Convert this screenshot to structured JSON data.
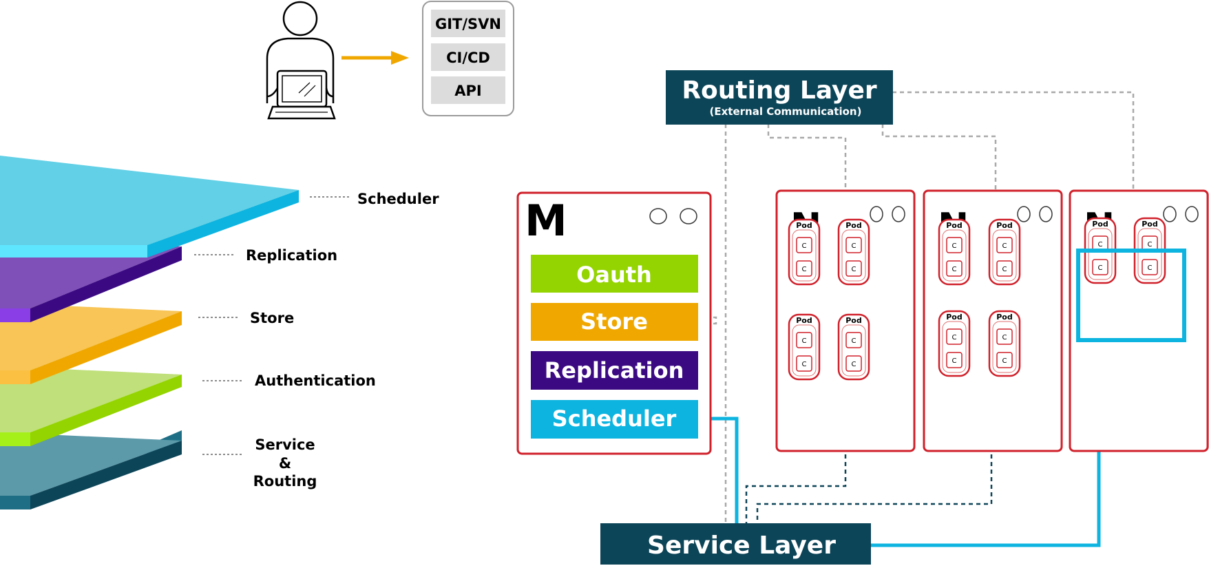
{
  "colors": {
    "dark_teal": "#0d4558",
    "red": "#d0202a",
    "cyan": "#0db4e0",
    "oauth_green": "#94d400",
    "store_orange": "#f0a800",
    "replication_purple": "#3b0a83",
    "arrow_orange": "#f0a800",
    "dashed_gray": "#a8a8a8"
  },
  "user": {
    "icon": "user-at-laptop-icon",
    "tools": [
      "GIT/SVN",
      "CI/CD",
      "API"
    ]
  },
  "layers": [
    {
      "label": "Scheduler"
    },
    {
      "label": "Replication"
    },
    {
      "label": "Store"
    },
    {
      "label": "Authentication"
    },
    {
      "label_lines": [
        "Service",
        "&",
        "Routing"
      ]
    }
  ],
  "routing_layer": {
    "title": "Routing Layer",
    "subtitle": "(External Communication)"
  },
  "service_layer": {
    "title": "Service Layer"
  },
  "master": {
    "letter": "M",
    "components": [
      "Oauth",
      "Store",
      "Replication",
      "Scheduler"
    ]
  },
  "nodes": [
    {
      "letter": "N",
      "pod_label": "Pod",
      "container_label": "C"
    },
    {
      "letter": "N",
      "pod_label": "Pod",
      "container_label": "C"
    },
    {
      "letter": "N",
      "pod_label": "Pod",
      "container_label": "C"
    }
  ],
  "plus_symbol": "+"
}
